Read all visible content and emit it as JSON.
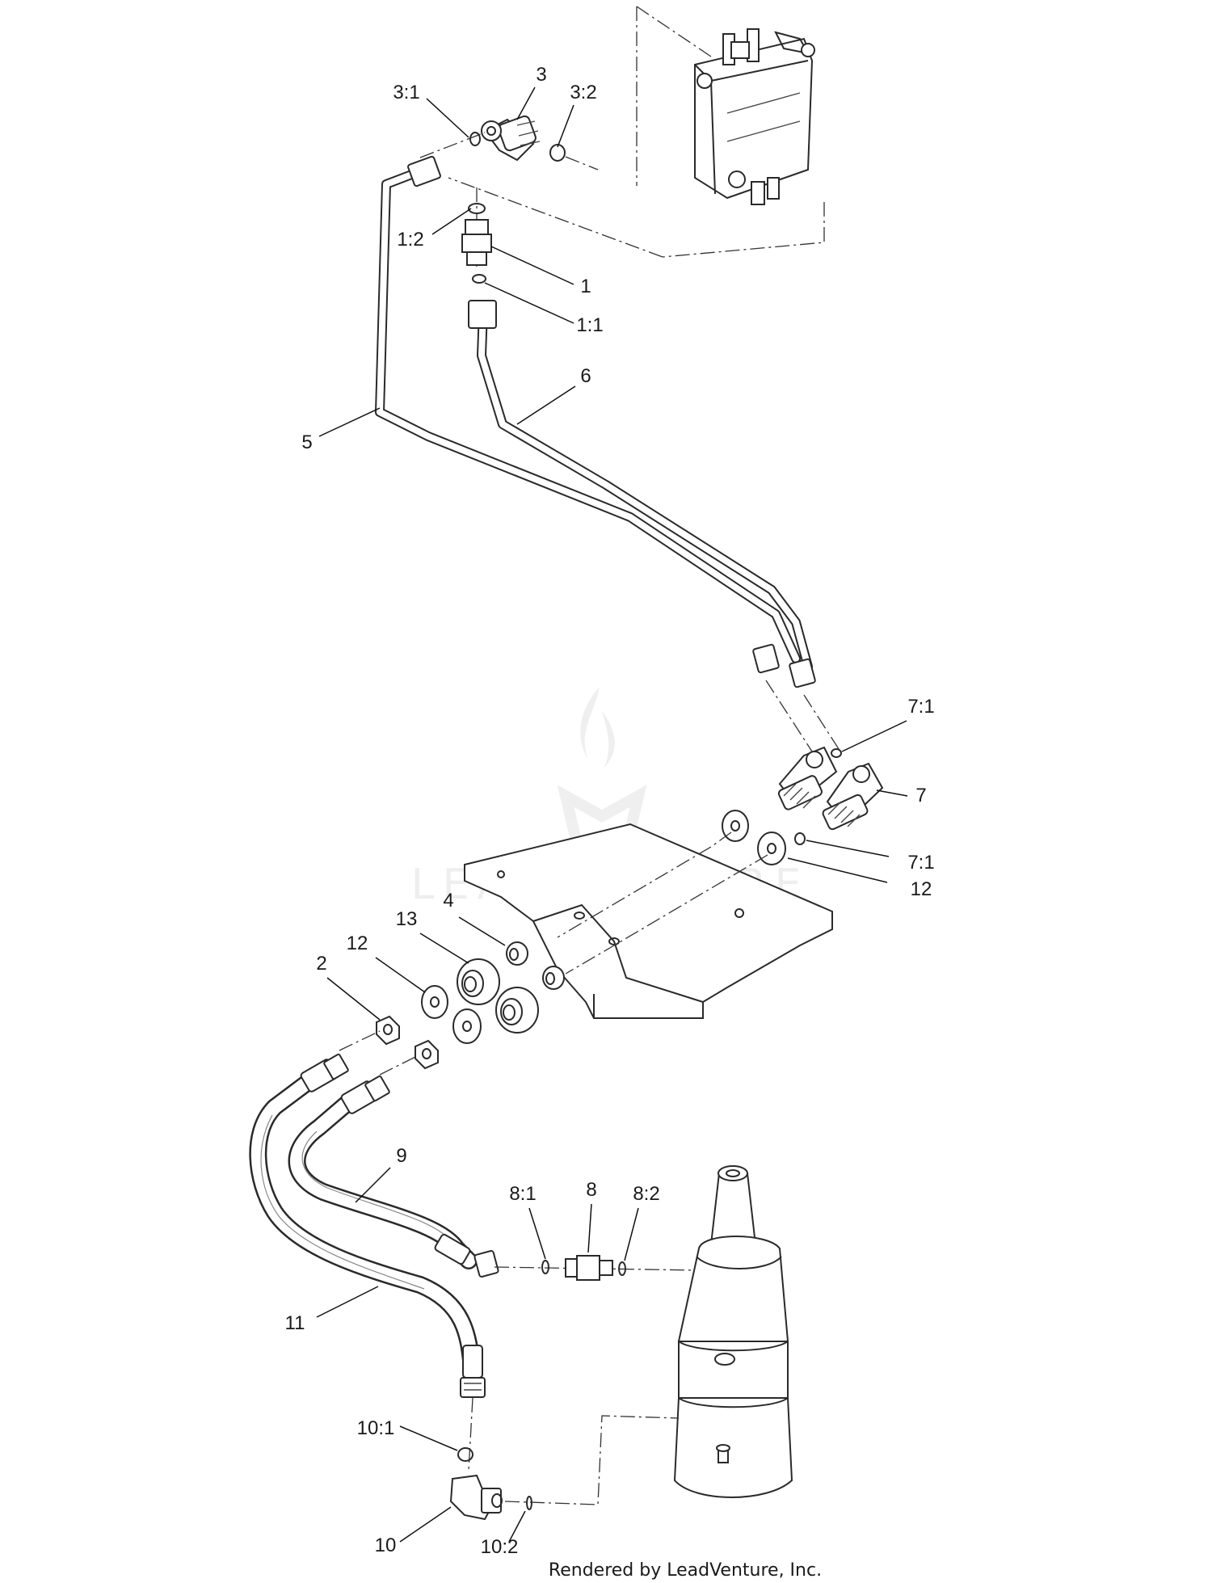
{
  "diagram": {
    "callouts": {
      "c3_1": "3:1",
      "c3": "3",
      "c3_2": "3:2",
      "c1_2": "1:2",
      "c1": "1",
      "c1_1": "1:1",
      "c6": "6",
      "c5": "5",
      "c7_1_top": "7:1",
      "c7": "7",
      "c7_1_bottom": "7:1",
      "c12_right": "12",
      "c4": "4",
      "c13": "13",
      "c12_left": "12",
      "c2": "2",
      "c9": "9",
      "c8_1": "8:1",
      "c8": "8",
      "c8_2": "8:2",
      "c11": "11",
      "c10_1": "10:1",
      "c10": "10",
      "c10_2": "10:2"
    },
    "watermark": "LEADVENTURE",
    "footer": "Rendered by LeadVenture, Inc."
  }
}
